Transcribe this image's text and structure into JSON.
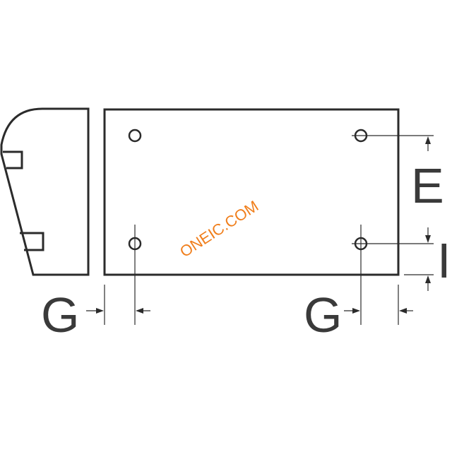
{
  "labels": {
    "g_left": "G",
    "g_right": "G",
    "e": "E",
    "i": "I"
  },
  "watermark": "ONEIC.COM",
  "colors": {
    "line": "#2b2b2b",
    "label": "#3a3a3a",
    "watermark": "#f07e1b"
  }
}
